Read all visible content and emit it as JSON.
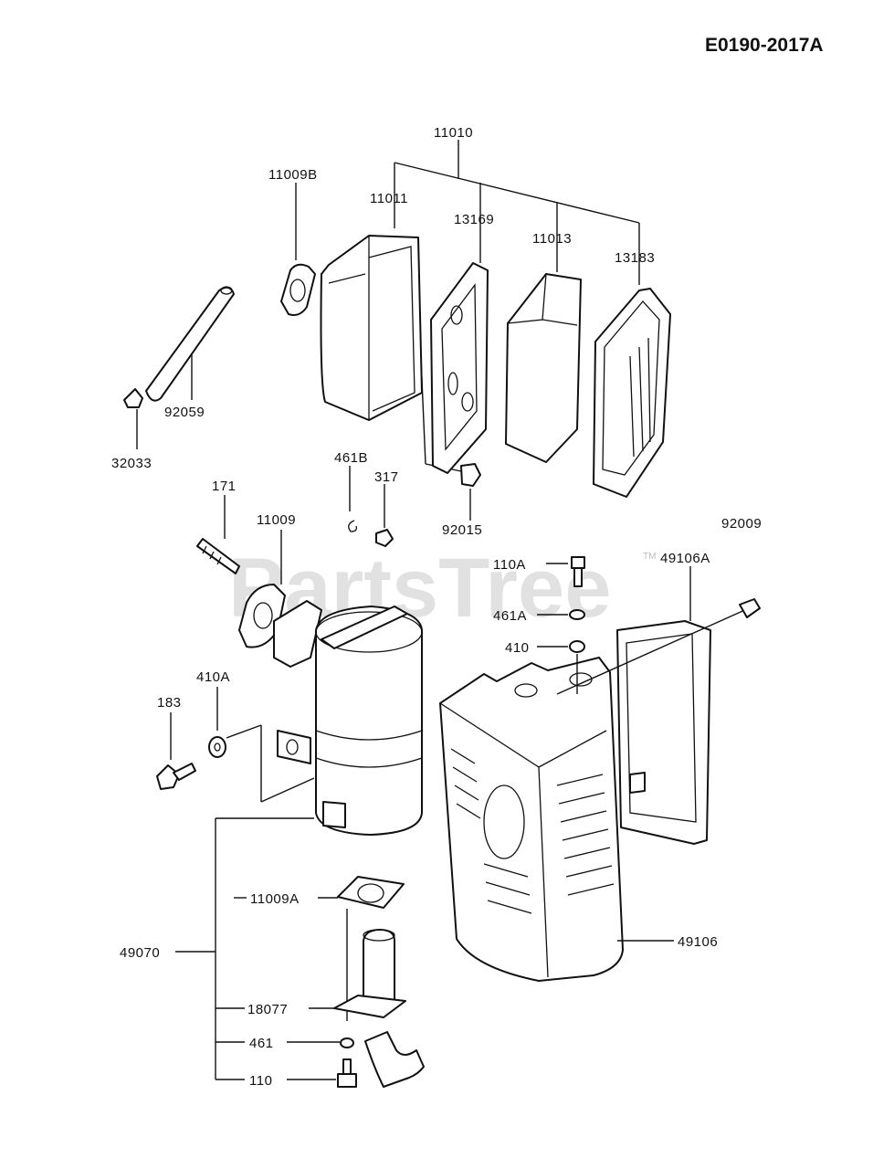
{
  "diagram_id": "E0190-2017A",
  "watermark": "PartsTree",
  "watermark_tm": "TM",
  "labels": {
    "p11010": "11010",
    "p11009B": "11009B",
    "p11011": "11011",
    "p13169": "13169",
    "p11013": "11013",
    "p13183": "13183",
    "p92059": "92059",
    "p32033": "32033",
    "p461B": "461B",
    "p317": "317",
    "p92015": "92015",
    "p92009": "92009",
    "p171": "171",
    "p11009": "11009",
    "p110A": "110A",
    "p49106A": "49106A",
    "p461A": "461A",
    "p410": "410",
    "p410A": "410A",
    "p183": "183",
    "p11009A": "11009A",
    "p49070": "49070",
    "p49106": "49106",
    "p18077": "18077",
    "p461": "461",
    "p110": "110"
  }
}
